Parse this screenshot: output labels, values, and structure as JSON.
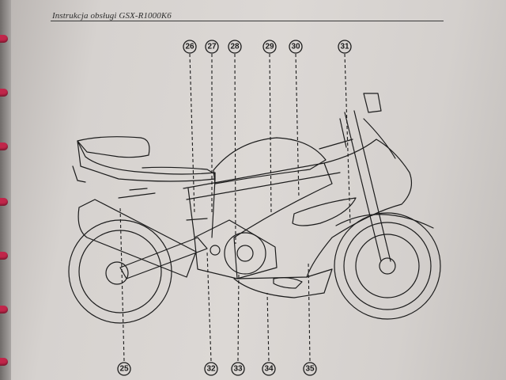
{
  "header": {
    "title": "Instrukcja obsługi GSX-R1000K6"
  },
  "colors": {
    "binding_ring": "#c0264a",
    "ink": "#1c1c1c",
    "paper": "#dcd8d5"
  },
  "illustration": {
    "subject": "motorcycle-side-view",
    "callouts_top": [
      {
        "number": "26"
      },
      {
        "number": "27"
      },
      {
        "number": "28"
      },
      {
        "number": "29"
      },
      {
        "number": "30"
      },
      {
        "number": "31"
      }
    ],
    "callouts_bottom": [
      {
        "number": "25"
      },
      {
        "number": "32"
      },
      {
        "number": "33"
      },
      {
        "number": "34"
      },
      {
        "number": "35"
      }
    ]
  }
}
